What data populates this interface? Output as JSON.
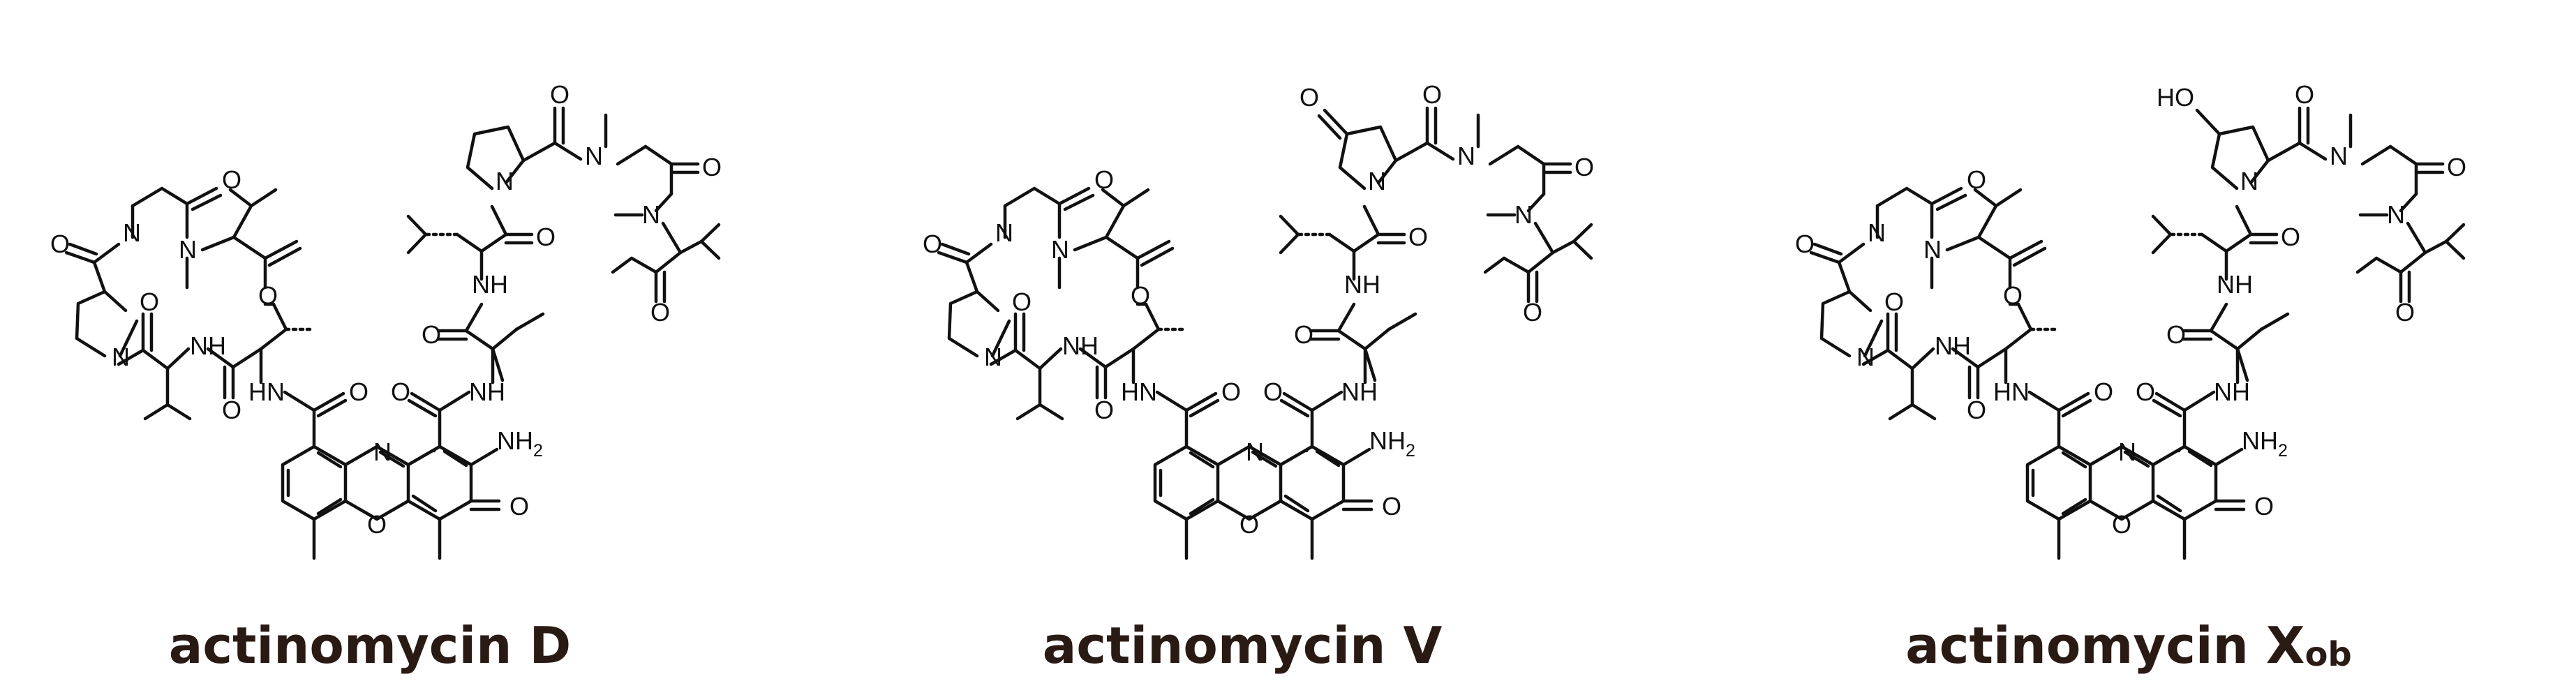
{
  "compounds": [
    {
      "name_main": "actinomycin D",
      "name_sub": "",
      "variant": "proline",
      "labels": {
        "nh2": "NH",
        "nh2_sub": "2",
        "ring_n": "N",
        "ring_o": "O",
        "quinone_o": "O",
        "amide_nh_left": "HN",
        "amide_nh_right": "NH",
        "amide_o_left": "O",
        "amide_o_right": "O",
        "left_ring_nh": "NH",
        "left_ring_n1": "N",
        "left_ring_n2": "N",
        "left_ring_n3": "N",
        "left_ring_o1": "O",
        "left_ring_o2": "O",
        "left_ring_o3": "O",
        "left_ring_o4": "O",
        "left_ring_o5": "O",
        "right_ring_nh": "NH",
        "right_ring_n1": "N",
        "right_ring_n2": "N",
        "right_ring_n3": "N",
        "right_ring_o1": "O",
        "right_ring_o2": "O",
        "right_ring_o3": "O",
        "right_ring_o4": "O",
        "right_ring_o5": "O",
        "pro_mod": ""
      }
    },
    {
      "name_main": "actinomycin V",
      "name_sub": "",
      "variant": "oxoproline",
      "labels": {
        "nh2": "NH",
        "nh2_sub": "2",
        "ring_n": "N",
        "ring_o": "O",
        "quinone_o": "O",
        "amide_nh_left": "HN",
        "amide_nh_right": "NH",
        "amide_o_left": "O",
        "amide_o_right": "O",
        "left_ring_nh": "NH",
        "left_ring_n1": "N",
        "left_ring_n2": "N",
        "left_ring_n3": "N",
        "left_ring_o1": "O",
        "left_ring_o2": "O",
        "left_ring_o3": "O",
        "left_ring_o4": "O",
        "left_ring_o5": "O",
        "right_ring_nh": "NH",
        "right_ring_n1": "N",
        "right_ring_n2": "N",
        "right_ring_n3": "N",
        "right_ring_o1": "O",
        "right_ring_o2": "O",
        "right_ring_o3": "O",
        "right_ring_o4": "O",
        "right_ring_o5": "O",
        "pro_mod": "O"
      }
    },
    {
      "name_main": "actinomycin X",
      "name_sub": "ob",
      "variant": "hydroxyproline",
      "labels": {
        "nh2": "NH",
        "nh2_sub": "2",
        "ring_n": "N",
        "ring_o": "O",
        "quinone_o": "O",
        "amide_nh_left": "HN",
        "amide_nh_right": "NH",
        "amide_o_left": "O",
        "amide_o_right": "O",
        "left_ring_nh": "NH",
        "left_ring_n1": "N",
        "left_ring_n2": "N",
        "left_ring_n3": "N",
        "left_ring_o1": "O",
        "left_ring_o2": "O",
        "left_ring_o3": "O",
        "left_ring_o4": "O",
        "left_ring_o5": "O",
        "right_ring_nh": "NH",
        "right_ring_n1": "N",
        "right_ring_n2": "N",
        "right_ring_n3": "N",
        "right_ring_o1": "O",
        "right_ring_o2": "O",
        "right_ring_o3": "O",
        "right_ring_o4": "O",
        "right_ring_o5": "O",
        "pro_mod": "HO"
      }
    }
  ]
}
